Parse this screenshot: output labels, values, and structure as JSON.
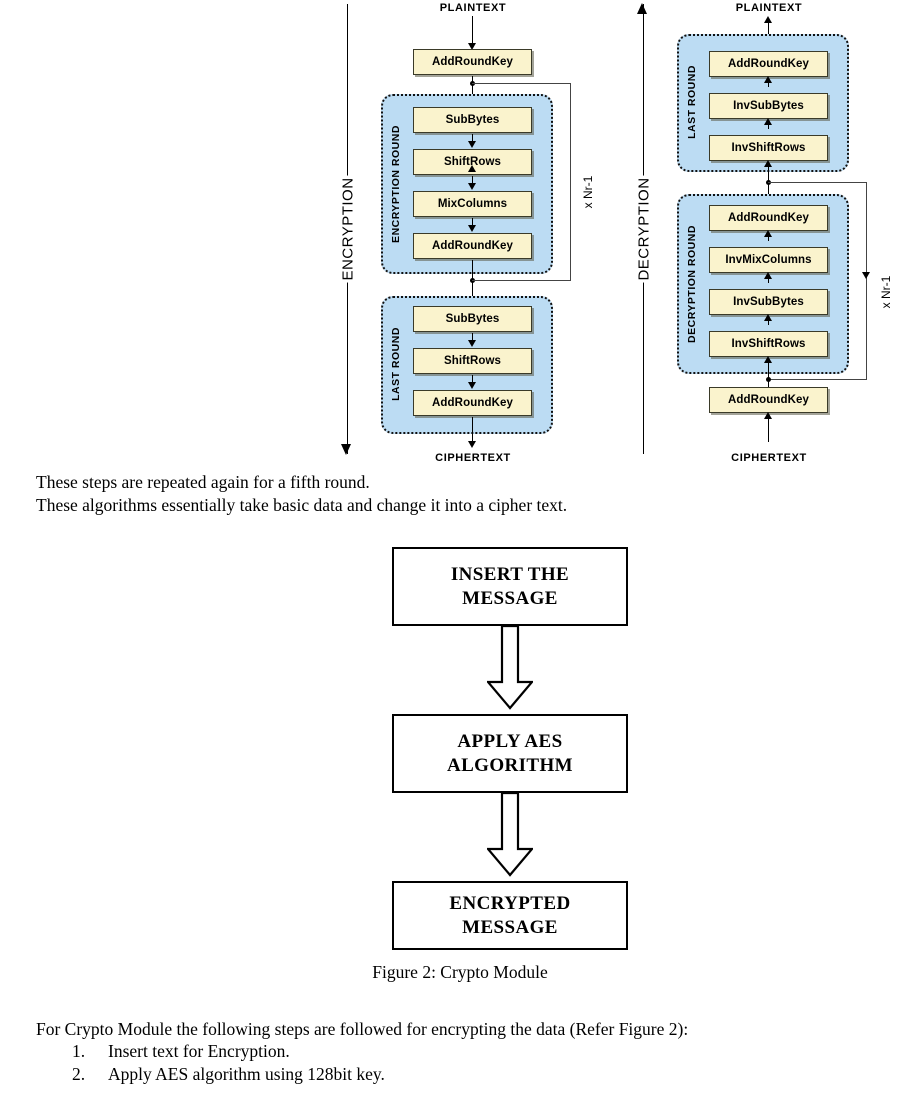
{
  "figure_aes": {
    "encryption": {
      "axis_label": "ENCRYPTION",
      "top_caption": "PLAINTEXT",
      "bottom_caption": "CIPHERTEXT",
      "initial_step": "AddRoundKey",
      "round_label": "ENCRYPTION ROUND",
      "round_steps": [
        "SubBytes",
        "ShiftRows",
        "MixColumns",
        "AddRoundKey"
      ],
      "last_round_label": "LAST ROUND",
      "last_round_steps": [
        "SubBytes",
        "ShiftRows",
        "AddRoundKey"
      ],
      "loop_label": "x Nr-1"
    },
    "decryption": {
      "axis_label": "DECRYPTION",
      "top_caption": "PLAINTEXT",
      "bottom_caption": "CIPHERTEXT",
      "final_step": "AddRoundKey",
      "round_label": "DECRYPTION ROUND",
      "round_steps": [
        "AddRoundKey",
        "InvMixColumns",
        "InvSubBytes",
        "InvShiftRows"
      ],
      "last_round_label": "LAST ROUND",
      "last_round_steps": [
        "AddRoundKey",
        "InvSubBytes",
        "InvShiftRows"
      ],
      "loop_label": "x Nr-1"
    },
    "colors": {
      "step_fill": "#FAF3CD",
      "round_fill": "#BCDCF3",
      "border": "#111111"
    }
  },
  "body_text": {
    "line1": "These steps are repeated again for a fifth round.",
    "line2": "These algorithms essentially take basic data and change it into a cipher text.",
    "intro": "For Crypto Module the following steps are followed for encrypting the data (Refer Figure 2):"
  },
  "figure_crypto": {
    "caption": "Figure 2: Crypto Module",
    "boxes": [
      {
        "line1": "INSERT THE",
        "line2": "MESSAGE"
      },
      {
        "line1": "APPLY AES",
        "line2": "ALGORITHM"
      },
      {
        "line1": "ENCRYPTED",
        "line2": "MESSAGE"
      }
    ]
  },
  "steps_list": [
    {
      "num": "1.",
      "text": "Insert text for Encryption."
    },
    {
      "num": "2.",
      "text": "Apply AES algorithm using 128bit key."
    }
  ]
}
